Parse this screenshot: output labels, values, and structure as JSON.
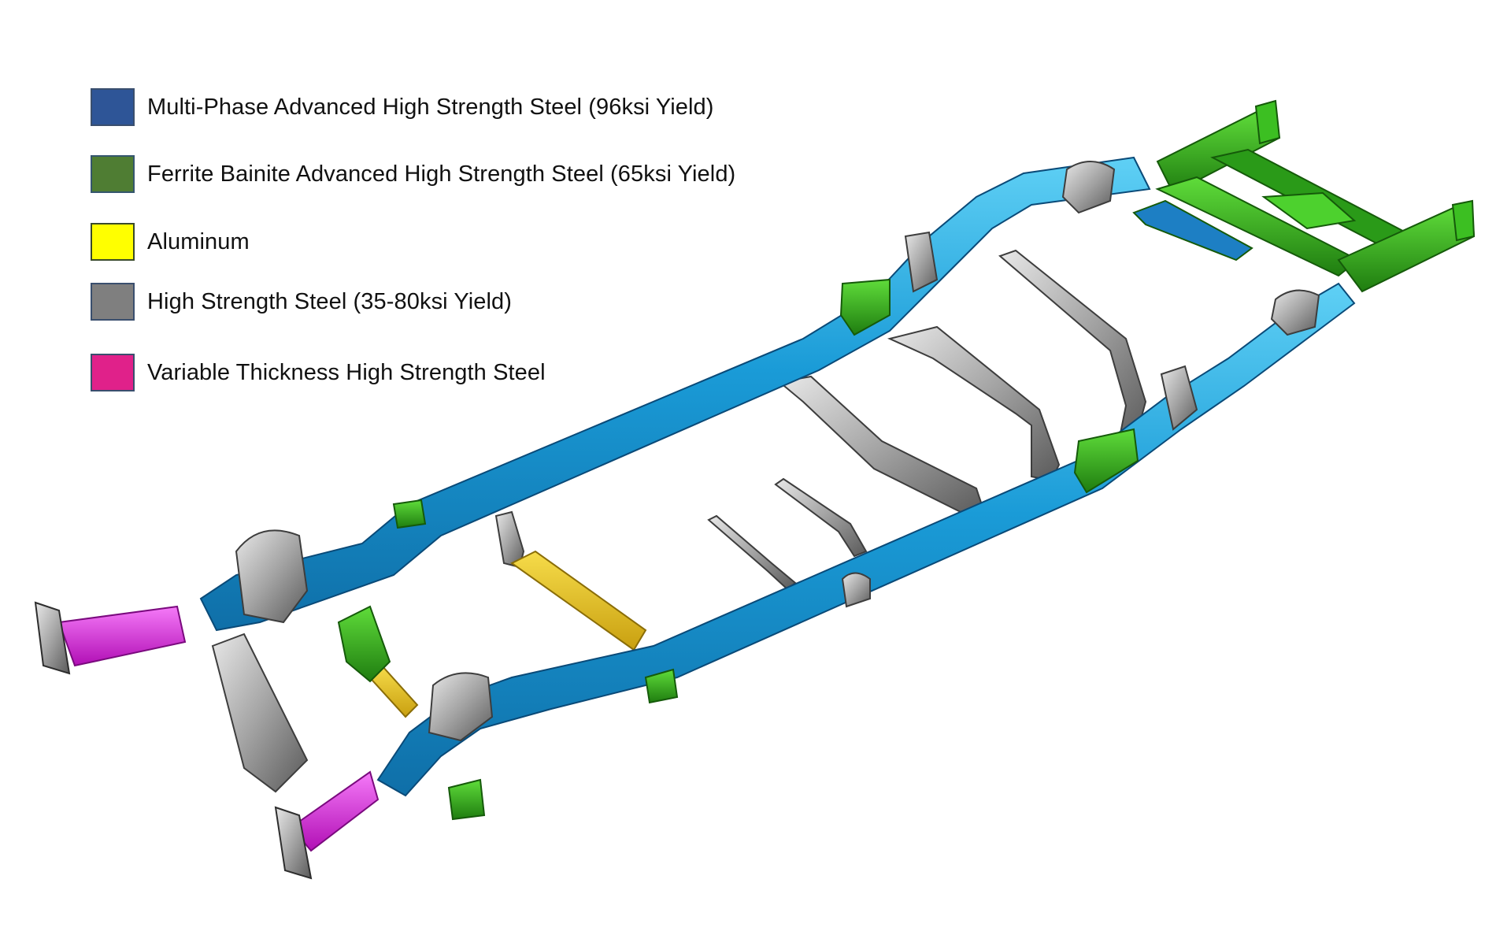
{
  "legend": {
    "items": [
      {
        "label": "Multi-Phase Advanced High Strength Steel (96ksi Yield)",
        "color": "#2e5597"
      },
      {
        "label": "Ferrite Bainite Advanced High Strength Steel (65ksi Yield)",
        "color": "#4f7d33"
      },
      {
        "label": "Aluminum",
        "color": "#ffff00"
      },
      {
        "label": "High Strength Steel (35-80ksi Yield)",
        "color": "#7f7f7f"
      },
      {
        "label": "Variable Thickness High Strength Steel",
        "color": "#e0218a"
      }
    ]
  },
  "figure": {
    "subject": "truck-chassis-frame-material-map",
    "render_colors": {
      "rail_blue": "#1a9bd7",
      "rail_blue_dark": "#0f6fa8",
      "rear_green": "#2fa51a",
      "aluminum_yellow": "#e8c21a",
      "hss_gray": "#9a9a9a",
      "variable_magenta": "#e01ee6"
    }
  }
}
